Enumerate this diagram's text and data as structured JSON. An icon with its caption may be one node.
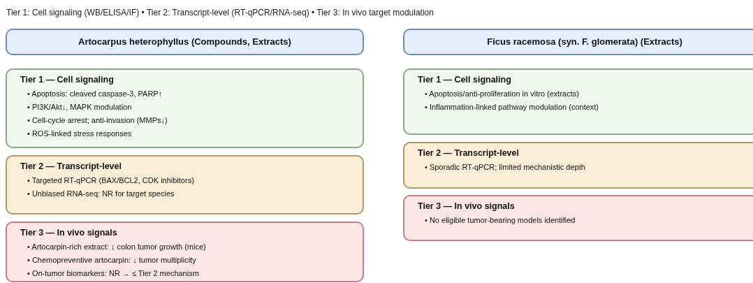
{
  "diagram": {
    "title": "Tier 1: Cell signaling (WB/ELISA/IF) • Tier 2: Transcript-level (RT-qPCR/RNA-seq) • Tier 3: In vivo target modulation",
    "nodes": [
      {
        "text": [
          "Artocarpus heterophyllus (Compounds, Extracts)"
        ]
      },
      {
        "text": [
          "Tier 1 — Cell signaling",
          "• Apoptosis: cleaved caspase-3, PARP↑",
          "• PI3K/Akt↓, MAPK modulation",
          "• Cell-cycle arrest; anti-invasion (MMPs↓)",
          "• ROS-linked stress responses"
        ]
      },
      {
        "text": [
          "Tier 2 — Transcript-level",
          "• Targeted RT-qPCR (BAX/BCL2, CDK inhibitors)",
          "• Unbiased RNA-seq: NR for target species"
        ]
      },
      {
        "text": [
          "Tier 3 — In vivo signals",
          "• Artocarpin-rich extract: ↓ colon tumor growth (mice)",
          "• Chemopreventive artocarpin: ↓ tumor multiplicity",
          "• On-tumor biomarkers: NR → ≤ Tier 2 mechanism"
        ]
      },
      {
        "text": [
          "Ficus racemosa (syn. F. glomerata) (Extracts)"
        ]
      },
      {
        "text": [
          "Tier 1 — Cell signaling",
          "• Apoptosis/anti-proliferation in vitro (extracts)",
          "• Inflammation-linked pathway modulation (context)"
        ]
      },
      {
        "text": [
          "Tier 2 — Transcript-level",
          "• Sporadic RT-qPCR; limited mechanistic depth"
        ]
      },
      {
        "text": [
          "Tier 3 — In vivo signals",
          "• No eligible tumor-bearing models identified"
        ]
      }
    ]
  }
}
